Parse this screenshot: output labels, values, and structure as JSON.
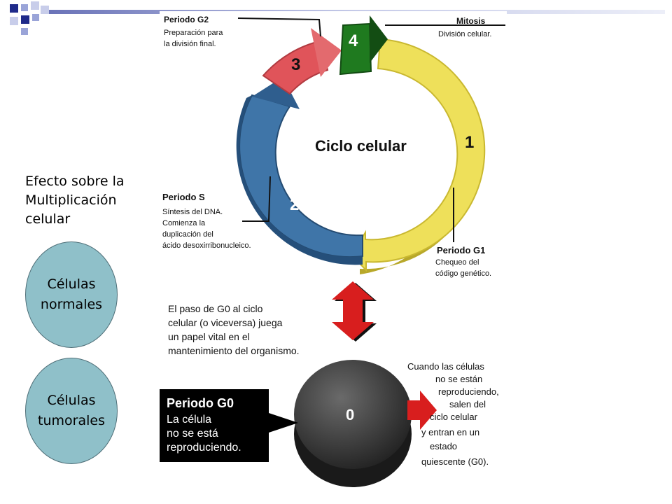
{
  "colors": {
    "g1": "#eee05a",
    "s": "#3f75a8",
    "g2": "#e0545a",
    "mitosis": "#1f7a1f",
    "g0": "#2e2e2e",
    "oval": "#8fc0c9",
    "arrow": "#d81e1e"
  },
  "sidebar": {
    "heading_lines": [
      "Efecto sobre la",
      "Multiplicación",
      "celular"
    ],
    "oval_normal": [
      "Células",
      "normales"
    ],
    "oval_tumor": [
      "Células",
      "tumorales"
    ]
  },
  "figure": {
    "title": "Ciclo celular",
    "numbers": {
      "g1": "1",
      "s": "2",
      "g2": "3",
      "m": "4",
      "g0": "0"
    },
    "g2": {
      "title": "Periodo G2",
      "lines": [
        "Preparación para",
        "la división final."
      ]
    },
    "mitosis": {
      "title": "Mitosis",
      "lines": [
        "División celular."
      ]
    },
    "s": {
      "title": "Periodo S",
      "lines": [
        "Síntesis del DNA.",
        "Comienza la",
        "duplicación del",
        "ácido desoxirribonucleico."
      ]
    },
    "g1": {
      "title": "Periodo G1",
      "lines": [
        "Chequeo del",
        "código genético."
      ]
    },
    "g0_paso": [
      "El paso de G0 al ciclo",
      "celular (o viceversa) juega",
      "un papel vital en el",
      "mantenimiento del organismo."
    ],
    "g0_box": {
      "title": "Periodo G0",
      "lines": [
        "La célula",
        "no se está",
        "reproduciendo."
      ]
    },
    "g0_right": [
      "Cuando las células",
      "no se están",
      "reproduciendo,",
      "salen del",
      "ciclo celular",
      "y entran en un",
      "estado",
      "quiescente (G0)."
    ]
  }
}
